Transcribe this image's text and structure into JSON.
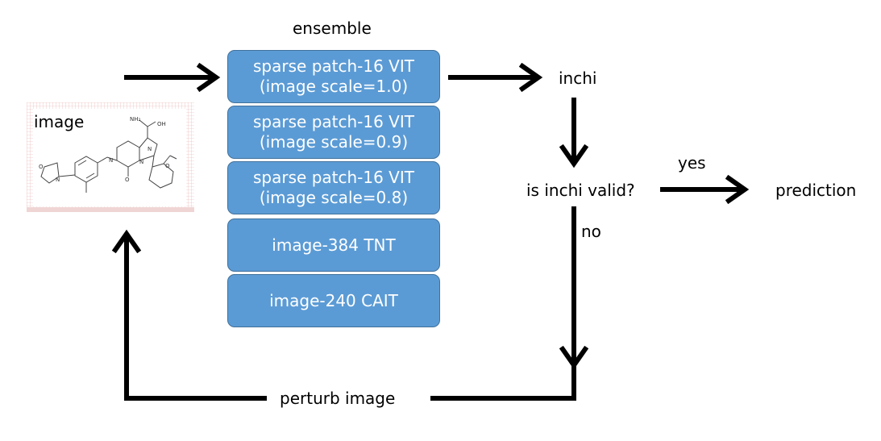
{
  "labels": {
    "ensemble": "ensemble",
    "image": "image",
    "inchi": "inchi",
    "is_valid": "is inchi valid?",
    "yes": "yes",
    "no": "no",
    "prediction": "prediction",
    "perturb": "perturb image"
  },
  "models": [
    {
      "line1": "sparse patch-16 VIT",
      "line2": "(image scale=1.0)"
    },
    {
      "line1": "sparse patch-16 VIT",
      "line2": "(image scale=0.9)"
    },
    {
      "line1": "sparse patch-16 VIT",
      "line2": "(image scale=0.8)"
    },
    {
      "line1": "image-384 TNT",
      "line2": ""
    },
    {
      "line1": "image-240 CAIT",
      "line2": ""
    }
  ],
  "molecule_atoms": {
    "nh2": "NH₂",
    "oh": "OH",
    "n1": "N",
    "n2": "N",
    "n3": "N",
    "n4": "N",
    "o1": "O",
    "o2": "O",
    "o3": "O"
  },
  "colors": {
    "box_fill": "#5b9bd5",
    "box_border": "#41719c",
    "box_text": "#ffffff",
    "arrow": "#000000",
    "thumb_grid": "#e8a9a9"
  }
}
